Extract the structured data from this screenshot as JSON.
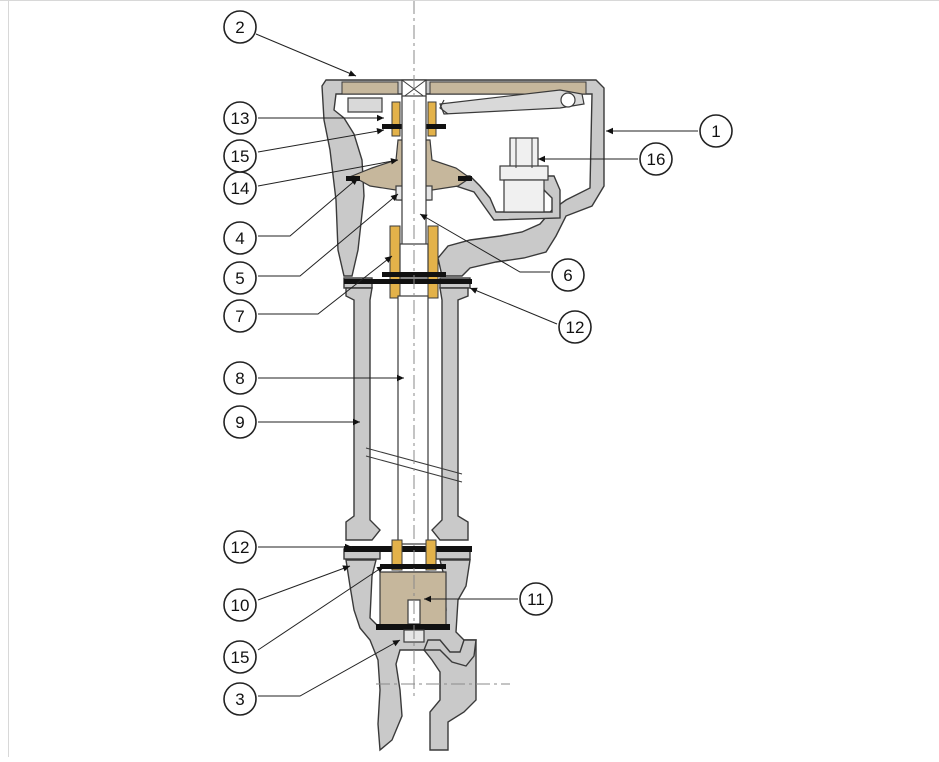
{
  "colors": {
    "casting_fill": "#c9c9c9",
    "casting_stroke": "#3a3a3a",
    "part_fill": "#c6b79c",
    "brass_fill": "#e3b24a",
    "gasket": "#111111",
    "background": "#ffffff"
  },
  "callouts": [
    {
      "id": "c1",
      "label": "1"
    },
    {
      "id": "c2",
      "label": "2"
    },
    {
      "id": "c3",
      "label": "3"
    },
    {
      "id": "c4",
      "label": "4"
    },
    {
      "id": "c5",
      "label": "5"
    },
    {
      "id": "c6",
      "label": "6"
    },
    {
      "id": "c7",
      "label": "7"
    },
    {
      "id": "c8",
      "label": "8"
    },
    {
      "id": "c9",
      "label": "9"
    },
    {
      "id": "c10",
      "label": "10"
    },
    {
      "id": "c11",
      "label": "11"
    },
    {
      "id": "c12a",
      "label": "12"
    },
    {
      "id": "c12b",
      "label": "12"
    },
    {
      "id": "c13",
      "label": "13"
    },
    {
      "id": "c14",
      "label": "14"
    },
    {
      "id": "c15a",
      "label": "15"
    },
    {
      "id": "c15b",
      "label": "15"
    },
    {
      "id": "c16",
      "label": "16"
    }
  ]
}
